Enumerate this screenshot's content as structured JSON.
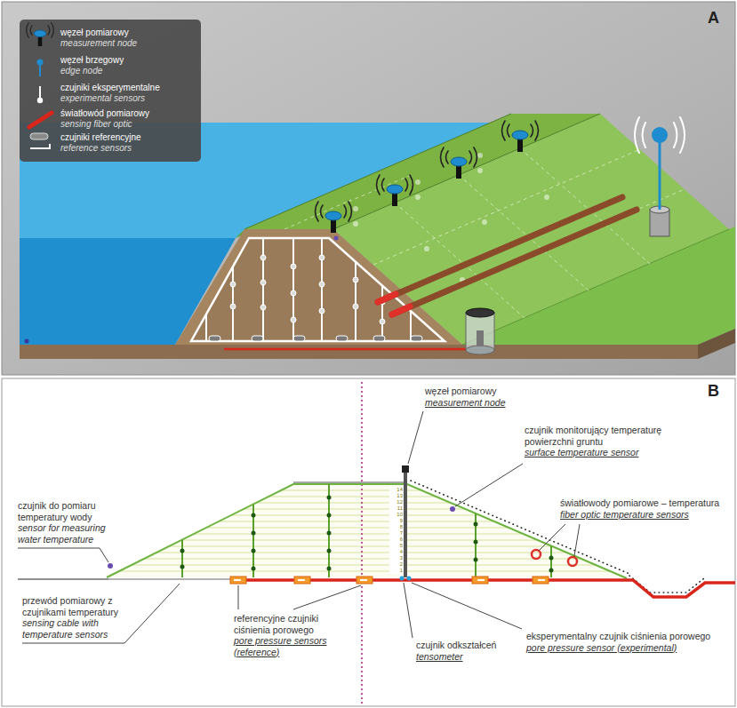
{
  "diagram": {
    "labels": [
      "A",
      "measurement node",
      "edge node",
      "experimental sensors",
      "sensing fiber optic",
      "reference sensors",
      "B",
      "węzeł pomiarowy",
      "measurement node",
      "czujnik monitorujący temperaturę powierzchni gruntu",
      "surface temperature sensor",
      "światłowody pomiarowe – temperatura",
      "fiber optic temperature sensors",
      "czujnik do pomiaru temperatury wody",
      "sensor for measuring water temperature",
      "przewód pomiarowy z czujnikami temperatury",
      "sensing cable with temperature sensors",
      "referencyjne czujniki ciśnienia porowego",
      "pore pressure sensors (reference)",
      "czujnik odkształceń",
      "tensometer",
      "eksperymentalny czujnik ciśnienia porowego",
      "pore pressure sensor (experimental)",
      "1",
      "2",
      "3",
      "4",
      "5",
      "6",
      "7",
      "8",
      "9",
      "10",
      "11",
      "12",
      "13",
      "14"
    ],
    "legend": [
      {
        "text": "węzeł pomiarowy"
      },
      {
        "text": "węzeł brzegowy"
      },
      {
        "text": "czujniki eksperymentalne"
      },
      {
        "text": "światłowód pomiarowy"
      },
      {
        "text": "czujniki referencyjne"
      }
    ]
  }
}
